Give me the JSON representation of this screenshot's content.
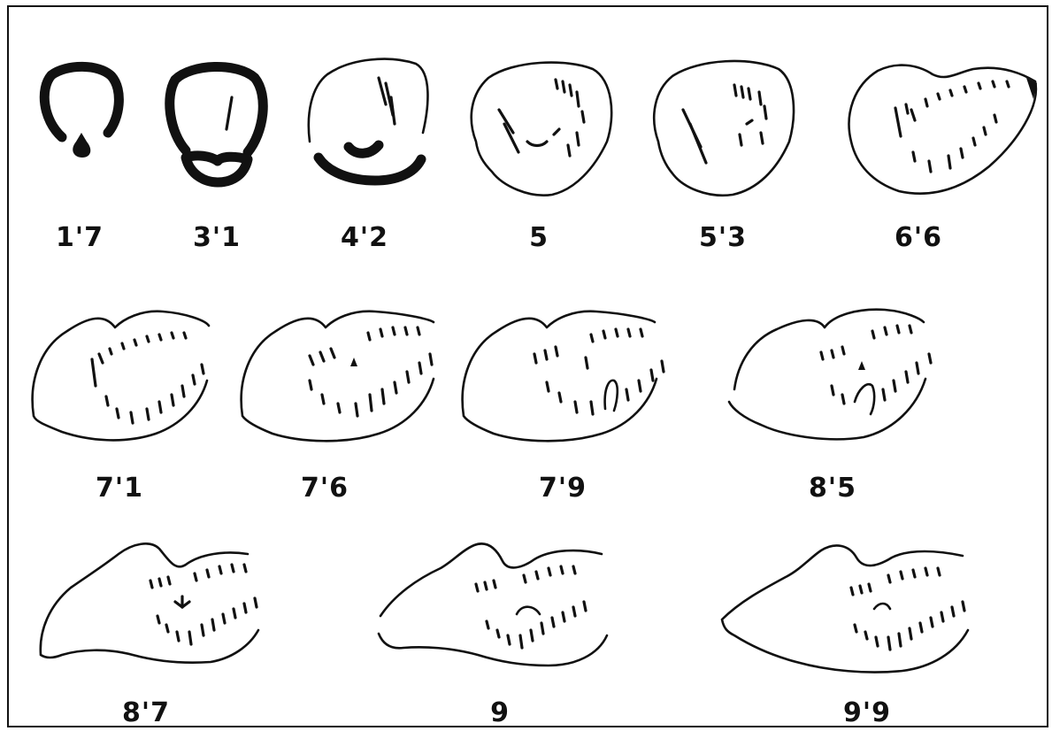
{
  "figure": {
    "labels": {
      "s1": "1'7",
      "s2": "3'1",
      "s3": "4'2",
      "s4": "5",
      "s5": "5'3",
      "s6": "6'6",
      "s7": "7'1",
      "s8": "7'6",
      "s9": "7'9",
      "s10": "8'5",
      "s11": "8'7",
      "s12": "9",
      "s13": "9'9"
    }
  }
}
